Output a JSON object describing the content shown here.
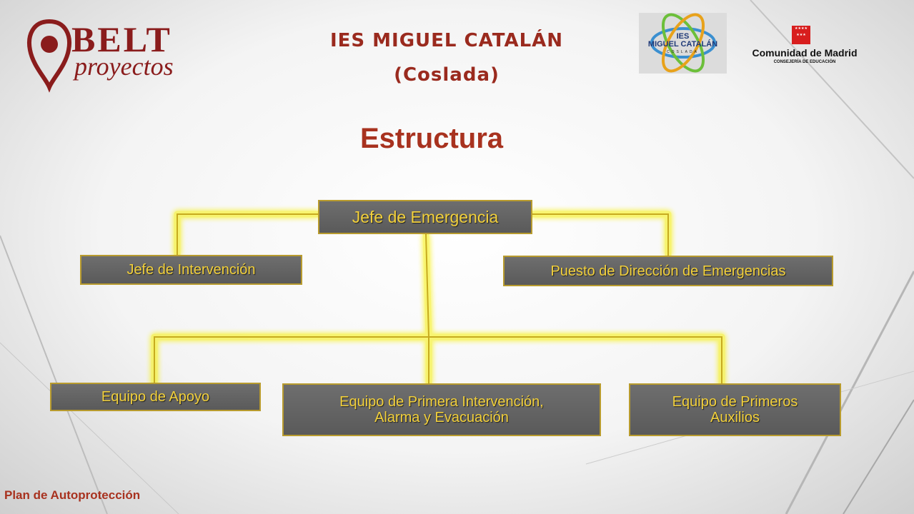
{
  "header": {
    "belt_logo_word": "BELT",
    "belt_logo_sub": "proyectos",
    "school_name": "IES MIGUEL CATALÁN",
    "school_city": "(Coslada)",
    "ies_logo": {
      "line1": "IES",
      "line2": "MIGUEL CATALÁN",
      "line3": "COSLADA"
    },
    "madrid_logo": {
      "name": "Comunidad de Madrid",
      "sub": "CONSEJERÍA DE EDUCACIÓN"
    }
  },
  "title": "Estructura",
  "org_chart": {
    "root": "Jefe de Emergencia",
    "level1": [
      "Jefe de Intervención",
      "Puesto de Dirección de Emergencias"
    ],
    "level2": [
      "Equipo de Apoyo",
      "Equipo de Primera  Intervención, Alarma y Evacuación",
      "Equipo de Primeros Auxilios"
    ]
  },
  "colors": {
    "box_fill": "#666666",
    "box_text": "#f2d03b",
    "connector_glow": "#f7f000",
    "title": "#a8321f"
  },
  "footer": "Plan de Autoprotección"
}
